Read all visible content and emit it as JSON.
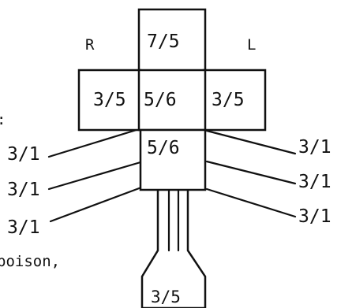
{
  "labels": {
    "right": "R",
    "left": "L",
    "head": "7/5",
    "center": "5/6",
    "arm_right": "3/5",
    "arm_left": "3/5",
    "lower_body": "5/6",
    "tail": "3/5",
    "legs_right": [
      "3/1",
      "3/1",
      "3/1"
    ],
    "legs_left": [
      "3/1",
      "3/1",
      "3/1"
    ],
    "text_fragment": "poison,"
  }
}
